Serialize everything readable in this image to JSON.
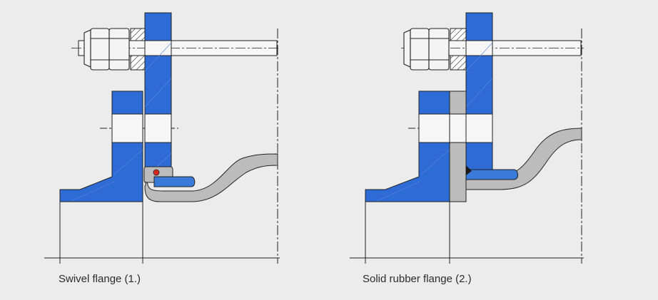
{
  "colors": {
    "background": "#ececec",
    "flange_blue": "#2f6bd4",
    "rubber_blue": "#3a7ad8",
    "steel_grey": "#bcbcbc",
    "outline": "#1a1a1a",
    "accent_red": "#d9261c"
  },
  "figures": [
    {
      "id": "swivel",
      "caption": "Swivel flange (1.)"
    },
    {
      "id": "solid",
      "caption": "Solid rubber flange (2.)"
    }
  ]
}
